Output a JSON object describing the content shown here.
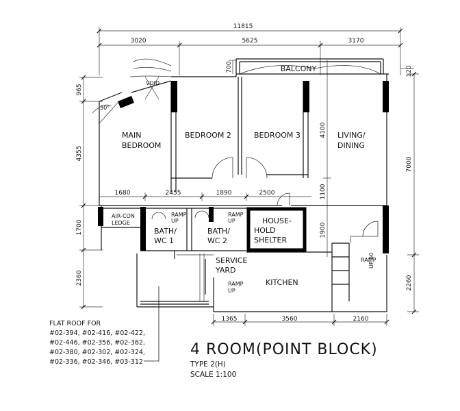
{
  "dimensions": {
    "overall": "11815",
    "top": [
      "3020",
      "5625",
      "3170"
    ],
    "mid": [
      "1680",
      "2455",
      "1890",
      "2500"
    ],
    "bottom": [
      "1365",
      "3560",
      "2160"
    ],
    "left": [
      "965",
      "4355",
      "1700",
      "2360"
    ],
    "inner_v": [
      "700",
      "4100",
      "1100",
      "1900"
    ],
    "right": [
      "120",
      "7000",
      "2260"
    ]
  },
  "rooms": {
    "balcony": "BALCONY",
    "void": "VOID",
    "angle": "30°",
    "main_bedroom": [
      "MAIN",
      "BEDROOM"
    ],
    "bedroom2": "BEDROOM 2",
    "bedroom3": "BEDROOM 3",
    "living": [
      "LIVING/",
      "DINING"
    ],
    "aircon": [
      "AIR-CON",
      "LEDGE"
    ],
    "bath1": [
      "BATH/",
      "WC 1"
    ],
    "bath2": [
      "BATH/",
      "WC 2"
    ],
    "ramp1": [
      "RAMP",
      "UP"
    ],
    "ramp2": [
      "RAMP",
      "UP"
    ],
    "ramp3": [
      "RAMP",
      "UP"
    ],
    "ramp50": [
      "RAMP",
      "UP 50"
    ],
    "shelter": [
      "HOUSE-",
      "HOLD",
      "SHELTER"
    ],
    "service": [
      "SERVICE",
      "YARD"
    ],
    "kitchen": "KITCHEN"
  },
  "note": {
    "lines": [
      "FLAT ROOF FOR",
      "#02-394, #02-416, #02-422,",
      "#02-446, #02-356, #02-362,",
      "#02-380, #02-302, #02-324,",
      "#02-336, #02-346, #03-312"
    ]
  },
  "title": {
    "main": "4 ROOM(POINT BLOCK)",
    "type": "TYPE 2(H)",
    "scale": "SCALE 1:100"
  }
}
